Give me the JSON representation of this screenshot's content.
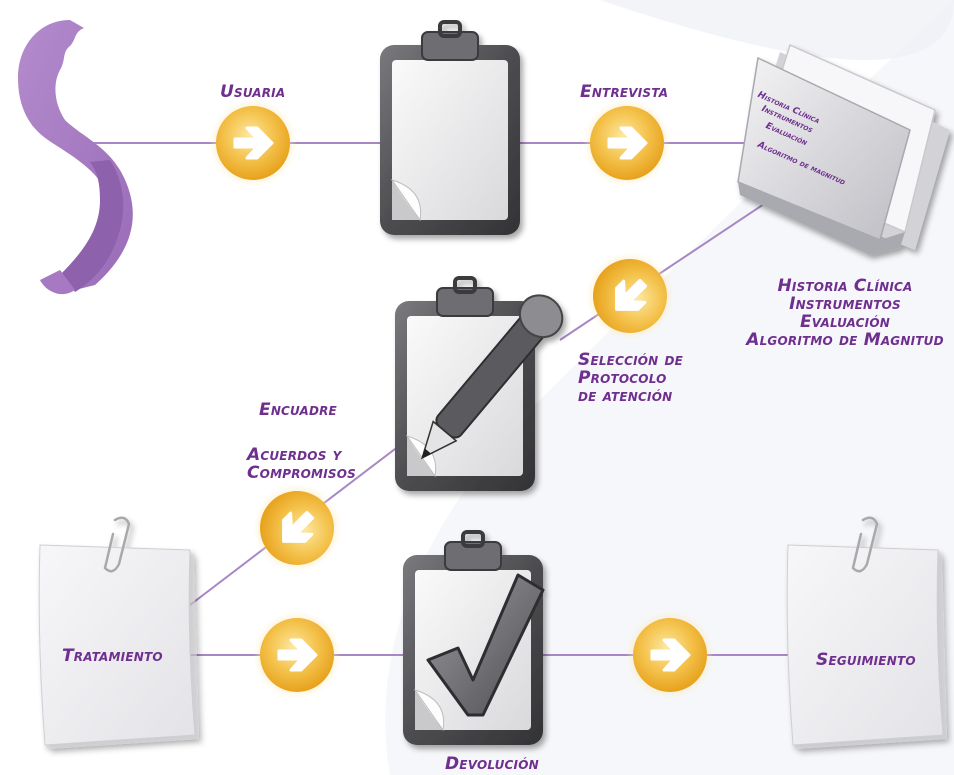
{
  "colors": {
    "accent": "#6f2f8e",
    "line": "#a787c4",
    "ribbon": "#a679c2",
    "arrow_circle": "#f2b93b",
    "arrow_glyph": "#ffffff",
    "paper": "#f1f1f3",
    "clipboard": "#5b5b5e",
    "background_swoosh": "#eef0f5"
  },
  "icons": {
    "ribbon": "woman-ribbon-icon",
    "arrow_right": "arrow-right-icon",
    "arrow_down_left": "arrow-down-left-icon",
    "clipboard_blank": "clipboard-icon",
    "clipboard_pen": "clipboard-pen-icon",
    "clipboard_check": "clipboard-check-icon",
    "folder": "folder-documents-icon",
    "note": "pinned-note-icon"
  },
  "labels": {
    "usuaria": "Usuaria",
    "entrevista": "Entrevista",
    "folder_lines": [
      "Historia Clínica",
      "Instrumentos",
      "Evaluación",
      "Algoritmo de magnitud"
    ],
    "historia_lines": [
      "Historia Clínica",
      "Instrumentos",
      "Evaluación",
      "Algoritmo de Magnitud"
    ],
    "seleccion_lines": [
      "Selección de",
      "Protocolo",
      "de atención"
    ],
    "encuadre": "Encuadre",
    "acuerdos_lines": [
      "Acuerdos y",
      "Compromisos"
    ],
    "tratamiento": "Tratamiento",
    "seguimiento": "Seguimiento",
    "devolucion": "Devolución"
  }
}
